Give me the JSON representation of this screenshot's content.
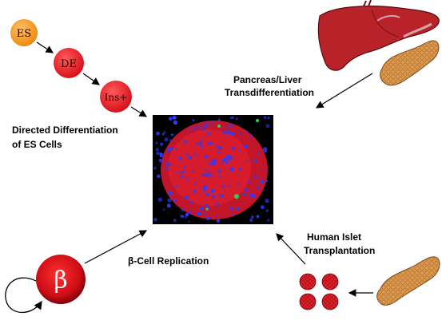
{
  "nodes": {
    "es": "ES",
    "de": "DE",
    "ins": "Ins+",
    "beta": "β"
  },
  "labels": {
    "directed_line1": "Directed Differentiation",
    "directed_line2": "of ES Cells",
    "transdiff_line1": "Pancreas/Liver",
    "transdiff_line2": "Transdifferentiation",
    "replication": "β-Cell Replication",
    "islet_line1": "Human Islet",
    "islet_line2": "Transplantation"
  },
  "colors": {
    "es_node": "#f39a1e",
    "red_node": "#e8141c",
    "liver": "#b8232a",
    "pancreas": "#d9954a",
    "islet": "#d8202a",
    "islet_image_bg": "#000000",
    "islet_stain_red": "#d11a2a",
    "islet_stain_blue": "#1f3cff",
    "islet_stain_green": "#2bd04a"
  },
  "icons": [
    "liver-icon",
    "pancreas-icon",
    "islet-cluster-icon",
    "islet-microscopy-image"
  ]
}
